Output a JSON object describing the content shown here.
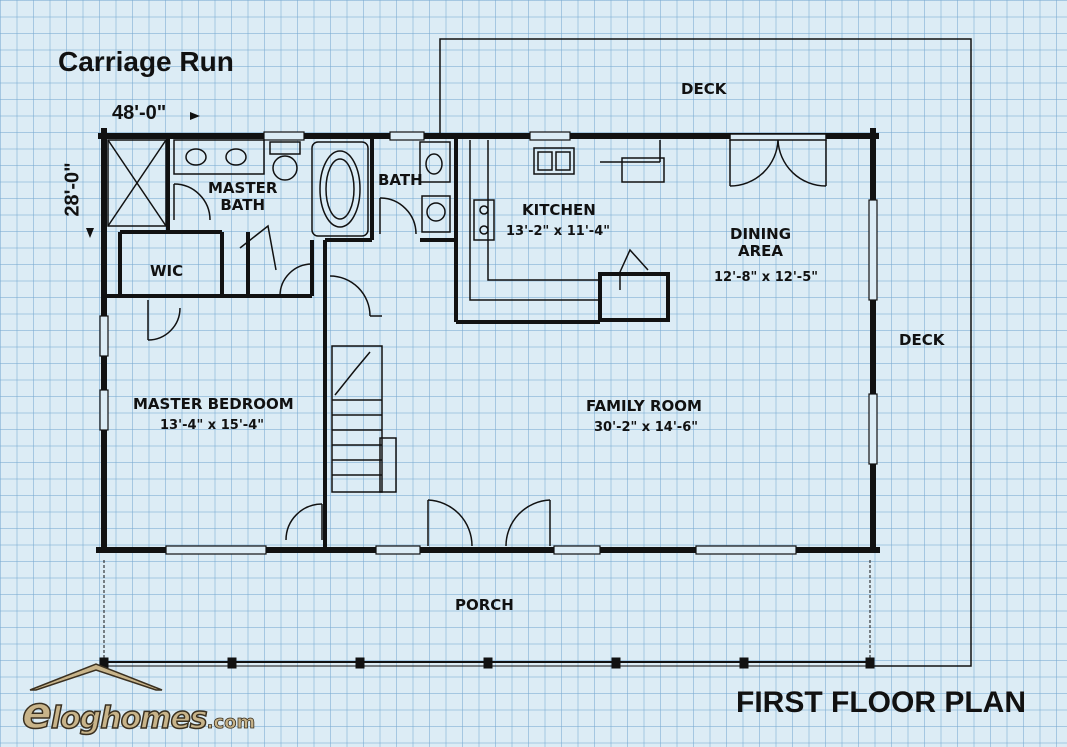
{
  "title": "Carriage Run",
  "plan_name": "FIRST FLOOR PLAN",
  "dimensions": {
    "width": "48'-0\"",
    "depth": "28'-0\""
  },
  "rooms": {
    "deck_top": {
      "name": "DECK"
    },
    "deck_right": {
      "name": "DECK"
    },
    "master_bath": {
      "name_line1": "MASTER",
      "name_line2": "BATH"
    },
    "bath": {
      "name": "BATH"
    },
    "kitchen": {
      "name": "KITCHEN",
      "size": "13'-2\" x 11'-4\""
    },
    "dining": {
      "name_line1": "DINING",
      "name_line2": "AREA",
      "size": "12'-8\" x 12'-5\""
    },
    "wic": {
      "name": "WIC"
    },
    "master_bedroom": {
      "name": "MASTER BEDROOM",
      "size": "13'-4\" x 15'-4\""
    },
    "family_room": {
      "name": "FAMILY ROOM",
      "size": "30'-2\" x 14'-6\""
    },
    "porch": {
      "name": "PORCH"
    }
  },
  "logo": {
    "main": "loghomes",
    "prefix": "e",
    "suffix": ".com"
  },
  "colors": {
    "grid_bg": "#dcecf5",
    "grid_line": "#78aad2",
    "wall": "#111111",
    "logo_fill": "#c8b48a"
  }
}
